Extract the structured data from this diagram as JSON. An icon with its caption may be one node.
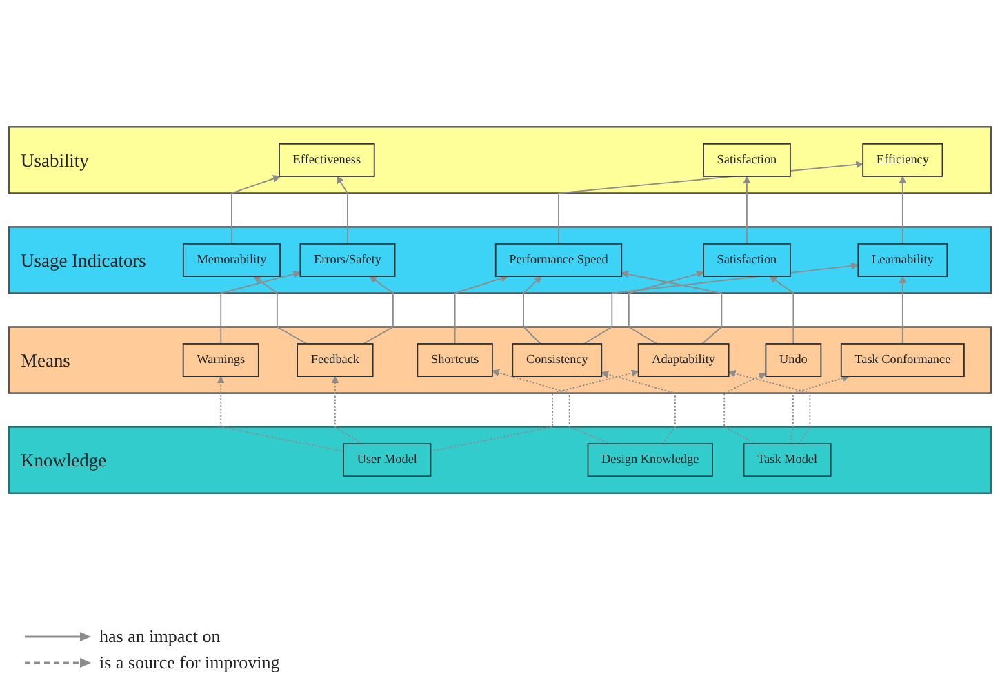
{
  "diagram": {
    "nodes": [
      {
        "text": [
          "Usability"
        ]
      },
      {
        "text": [
          "Efficiency"
        ],
        "in": 0
      },
      {
        "text": [
          "Effectiveness"
        ],
        "in": 0
      },
      {
        "text": [
          "Satisfaction"
        ],
        "in": 0
      },
      {
        "text": [
          "Usage Indicators"
        ]
      },
      {
        "text": [
          "Learnability"
        ],
        "in": 4
      },
      {
        "text": [
          "Errors/Safety"
        ],
        "in": 4
      },
      {
        "text": [
          "Satisfaction"
        ],
        "in": 4
      },
      {
        "text": [
          "Performance Speed"
        ],
        "in": 4
      },
      {
        "text": [
          "Memorability"
        ],
        "in": 4
      },
      {
        "text": [
          "Means"
        ]
      },
      {
        "text": [
          "Consistency"
        ],
        "in": 10
      },
      {
        "text": [
          "Shortcuts"
        ],
        "in": 10
      },
      {
        "text": [
          "Feedback"
        ],
        "in": 10
      },
      {
        "text": [
          "Undo"
        ],
        "in": 10
      },
      {
        "text": [
          "Task Conformance"
        ],
        "in": 10
      },
      {
        "text": [
          "Warnings"
        ],
        "in": 10
      },
      {
        "text": [
          "Adaptability"
        ],
        "in": 10
      },
      {
        "text": [
          "Knowledge"
        ]
      },
      {
        "text": [
          "User Model"
        ],
        "in": 18
      },
      {
        "text": [
          "Design Knowledge"
        ],
        "in": 18
      },
      {
        "text": [
          "Task Model"
        ],
        "in": 18
      }
    ],
    "edges": [
      {
        "from": 5,
        "to": 1,
        "arrow": "to"
      },
      {
        "from": 8,
        "to": 1,
        "arrow": "to"
      },
      {
        "from": 6,
        "to": 2,
        "arrow": "to"
      },
      {
        "from": 9,
        "to": 2,
        "arrow": "to"
      },
      {
        "from": 7,
        "to": 3,
        "arrow": "to"
      },
      {
        "from": 11,
        "to": 5,
        "arrow": "to"
      },
      {
        "from": 11,
        "to": 8,
        "arrow": "to"
      },
      {
        "from": 15,
        "to": 5,
        "arrow": "to"
      },
      {
        "from": 17,
        "to": 8,
        "arrow": "to"
      },
      {
        "from": 12,
        "to": 8,
        "arrow": "to"
      },
      {
        "from": 13,
        "to": 6,
        "arrow": "to"
      },
      {
        "from": 16,
        "to": 6,
        "arrow": "to"
      },
      {
        "from": 13,
        "to": 9,
        "arrow": "to"
      },
      {
        "from": 14,
        "to": 7,
        "arrow": "to"
      },
      {
        "from": 17,
        "to": 7,
        "arrow": "to"
      },
      {
        "from": 19,
        "to": 17,
        "arrow": "to",
        "style": "dashed"
      },
      {
        "from": 19,
        "to": 13,
        "arrow": "to",
        "style": "dashed"
      },
      {
        "from": 19,
        "to": 16,
        "arrow": "to",
        "style": "dashed"
      },
      {
        "from": 20,
        "to": 11,
        "arrow": "to",
        "style": "dashed"
      },
      {
        "from": 20,
        "to": 12,
        "arrow": "to",
        "style": "dashed"
      },
      {
        "from": 21,
        "to": 17,
        "arrow": "to",
        "style": "dashed"
      },
      {
        "from": 21,
        "to": 15,
        "arrow": "to",
        "style": "dashed"
      },
      {
        "from": 21,
        "to": 14,
        "arrow": "to",
        "style": "dashed"
      }
    ],
    "legend": [
      {
        "text": "has an impact on"
      },
      {
        "text": "is a source for improving"
      }
    ]
  }
}
